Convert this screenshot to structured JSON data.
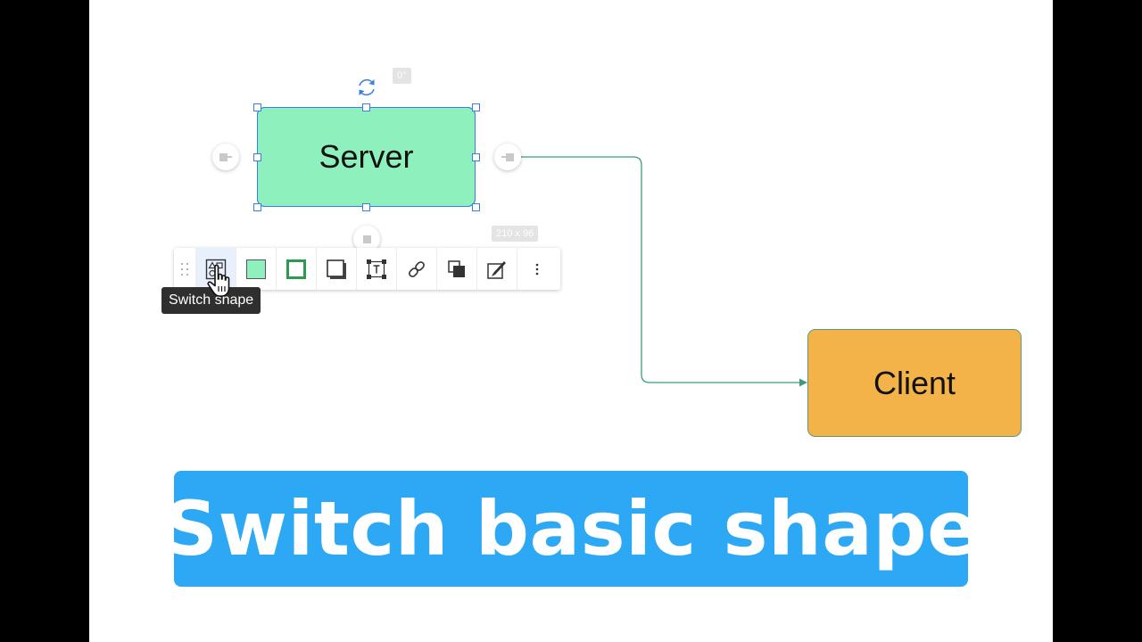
{
  "diagram": {
    "shapes": [
      {
        "label": "Server",
        "fill": "#8df0bd"
      },
      {
        "label": "Client",
        "fill": "#f4b349"
      }
    ],
    "connector_color": "#3d9a80",
    "selection_color": "#3c7fe0",
    "rotation_badge": "0°",
    "size_badge": "210 x 96"
  },
  "toolbar": {
    "buttons": [
      {
        "icon": "switch-shape-icon",
        "active": true
      },
      {
        "icon": "fill-color-icon",
        "color": "#8df0bd"
      },
      {
        "icon": "border-color-icon",
        "color": "#2e9a4f"
      },
      {
        "icon": "shadow-icon"
      },
      {
        "icon": "text-box-icon"
      },
      {
        "icon": "link-icon"
      },
      {
        "icon": "arrange-icon"
      },
      {
        "icon": "format-painter-icon"
      },
      {
        "icon": "more-icon"
      }
    ],
    "tooltip": "Switch shape"
  },
  "banner": {
    "text": "Switch basic shape",
    "color": "#2ca8f5"
  }
}
